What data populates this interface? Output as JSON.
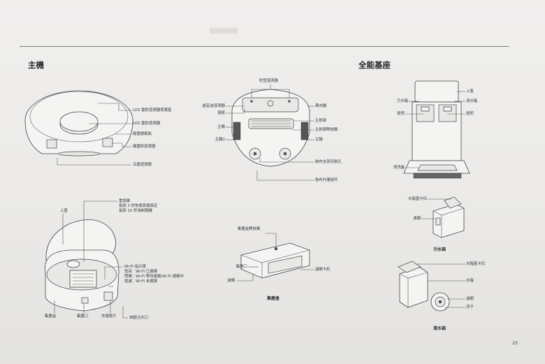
{
  "section_main": "主機",
  "section_base": "全能基座",
  "top_view_labels": {
    "lds_cover": "LDS 雷射感測器保護蓋",
    "lds_sensor": "LDS 雷射感測器",
    "bumper": "碰撞緩衝板",
    "line_laser": "線雷射感測器",
    "edge_sensor": "沿邊感測器"
  },
  "bottom_view_labels": {
    "cliff_sensor": "防墜感測器",
    "carpet_sensor": "超音波感測器",
    "electrodes": "電極",
    "main_wheel": "主輪",
    "omni_wheel": "萬向輪",
    "main_brush": "主刷罩",
    "brush_cover_release": "主刷罩釋放鍵",
    "side_brush": "主輪2",
    "mop_mount": "拖布支架安裝孔",
    "mop_assembly": "拖布外擺組件"
  },
  "robot_rear_labels": {
    "reset_button": "重設鍵",
    "reset_hint_1": "長按 3 秒恢復原廠設定",
    "reset_hint_2": "長按 10 秒強制關機",
    "top_cover": "上蓋",
    "wifi_indicator": "Wi-Fi 指示燈",
    "wifi_on": "恆亮：Wi-Fi 已連線",
    "wifi_blink": "閃爍：Wi-Fi 等待連線/Wi-Fi 連線中",
    "wifi_off": "熄滅：Wi-Fi 未連線",
    "dust_bin": "集塵盒",
    "dust_port": "集塵口",
    "charge_contacts": "充電極片",
    "auto_water": "自動注水口"
  },
  "dustbin_labels": {
    "release": "集塵盒釋放鍵",
    "inlet": "集塵口",
    "filter": "濾網",
    "latch": "濾網卡扣",
    "caption": "集塵盒"
  },
  "base_labels": {
    "top_cover": "上蓋",
    "dirty_tank": "污水箱",
    "clean_tank": "清水箱",
    "handle_left": "提把",
    "handle_right": "提把",
    "wash_tray": "清洗盤"
  },
  "dirty_tank_labels": {
    "latch": "水箱蓋卡扣",
    "filter": "濾網",
    "caption": "污水箱"
  },
  "clean_tank_labels": {
    "latch": "水箱蓋卡扣",
    "tank": "水箱",
    "filter": "濾網",
    "float": "浮子",
    "caption": "清水箱"
  },
  "page_number": "25"
}
